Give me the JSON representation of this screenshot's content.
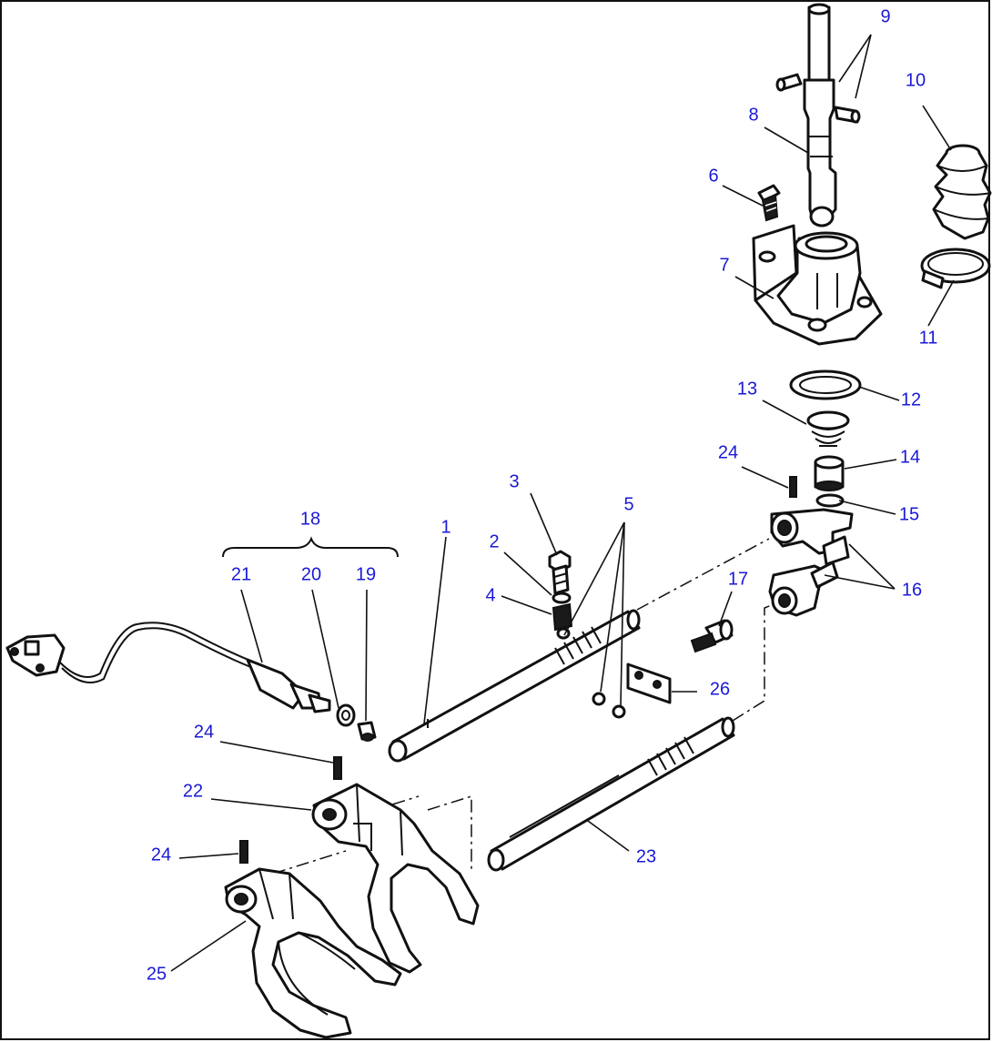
{
  "callouts": {
    "c1": "1",
    "c2": "2",
    "c3": "3",
    "c4": "4",
    "c5": "5",
    "c6": "6",
    "c7": "7",
    "c8": "8",
    "c9": "9",
    "c10": "10",
    "c11": "11",
    "c12": "12",
    "c13": "13",
    "c14": "14",
    "c15": "15",
    "c16": "16",
    "c17": "17",
    "c18": "18",
    "c19": "19",
    "c20": "20",
    "c21": "21",
    "c22": "22",
    "c23": "23",
    "c24a": "24",
    "c24b": "24",
    "c24c": "24",
    "c25": "25",
    "c26": "26"
  },
  "colors": {
    "callout": "#1a1ad6",
    "line": "#111111",
    "background": "#ffffff"
  }
}
